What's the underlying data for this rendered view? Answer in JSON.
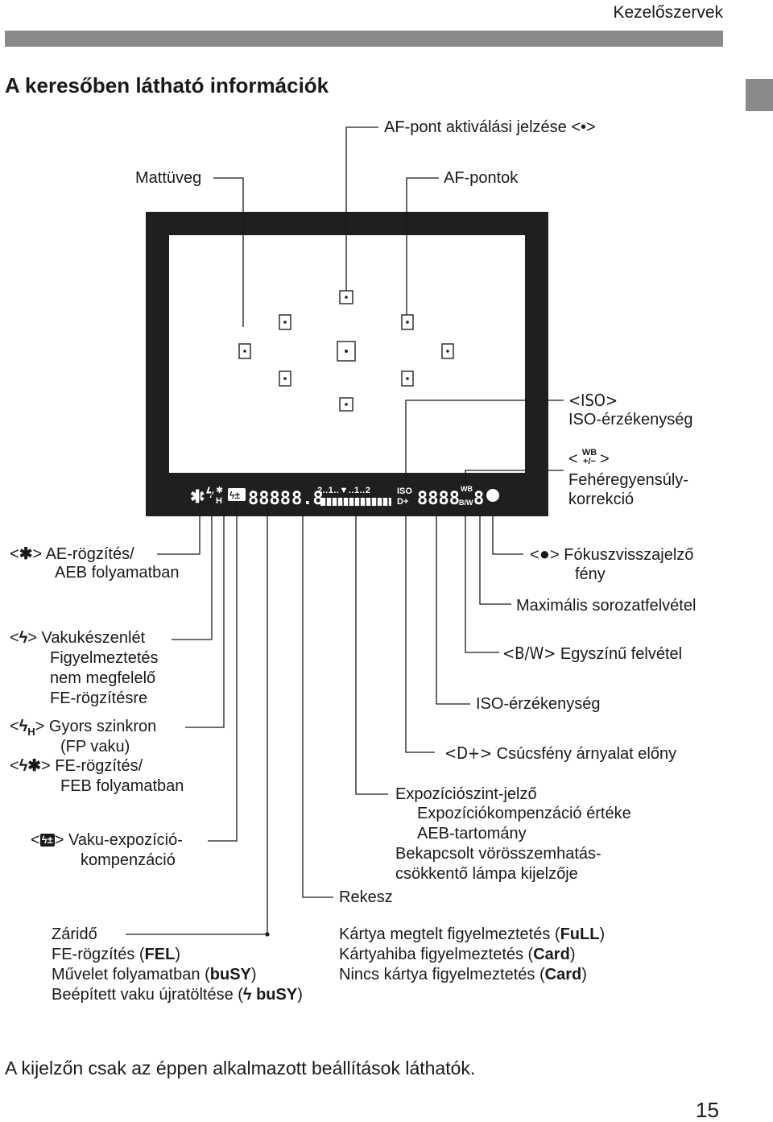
{
  "header": {
    "section": "Kezelőszervek"
  },
  "title": "A keresőben látható információk",
  "labels": {
    "af_indicator": "AF-pont aktiválási jelzése <•>",
    "matte": "Mattüveg",
    "af_points": "AF-pontok",
    "iso_symbol": "<ISO>",
    "iso_sens_top": "ISO-érzékenység",
    "wb_symbol_l": "<",
    "wb_symbol_r": ">",
    "wb_top": "WB",
    "wb_bottom": "+/−",
    "wb_line1": "Fehéregyensúly-",
    "wb_line2": "korrekció",
    "ae_line1": "AE-rögzítés/",
    "ae_line2": "AEB folyamatban",
    "flash_ready_1": "Vakukészenlét",
    "flash_ready_2": "Figyelmeztetés",
    "flash_ready_3": "nem megfelelő",
    "flash_ready_4": "FE-rögzítésre",
    "hs_line1": "Gyors szinkron",
    "hs_line2": "(FP vaku)",
    "fe_line1": "FE-rögzítés/",
    "fe_line2": "FEB folyamatban",
    "fec_line1": "Vaku-expozíció-",
    "fec_line2": "kompenzáció",
    "focus_line1": "Fókuszvisszajelző",
    "focus_line2": "fény",
    "max_burst": "Maximális sorozatfelvétel",
    "bw_symbol": "<B/W>",
    "bw_text": "Egyszínű felvétel",
    "iso_sens": "ISO-érzékenység",
    "dplus_symbol": "<D+>",
    "dplus_text": "Csúcsfény árnyalat előny",
    "exp_1": "Expozíciószint-jelző",
    "exp_2": "Expozíciókompenzáció értéke",
    "exp_3": "AEB-tartomány",
    "exp_4": "Bekapcsolt vörösszemhatás-",
    "exp_5": "csökkentő lámpa kijelzője",
    "aperture": "Rekesz",
    "shutter_1": "Záridő",
    "shutter_2a": "FE-rögzítés (",
    "shutter_2b": "FEL",
    "shutter_2c": ")",
    "shutter_3a": "Művelet folyamatban (",
    "shutter_3b": "buSY",
    "shutter_3c": ")",
    "shutter_4a": "Beépített vaku újratöltése (",
    "shutter_4b": "buSY",
    "shutter_4c": ")",
    "card_1a": "Kártya megtelt figyelmeztetés (",
    "card_1b": "FuLL",
    "card_1c": ")",
    "card_2a": "Kártyahiba figyelmeztetés (",
    "card_2b": "Card",
    "card_2c": ")",
    "card_3a": "Nincs kártya figyelmeztetés (",
    "card_3b": "Card",
    "card_3c": ")"
  },
  "lcd": {
    "digits_left": "8888",
    "digits_mid": "8.8",
    "scale_top": "2..1..▼..1..2",
    "iso": "ISO",
    "dplus": "D+",
    "digits_right": "8888",
    "wb": "WB",
    "bw": "B/W",
    "burst": "8"
  },
  "footer": "A kijelzőn csak az éppen alkalmazott beállítások láthatók.",
  "page_number": "15"
}
